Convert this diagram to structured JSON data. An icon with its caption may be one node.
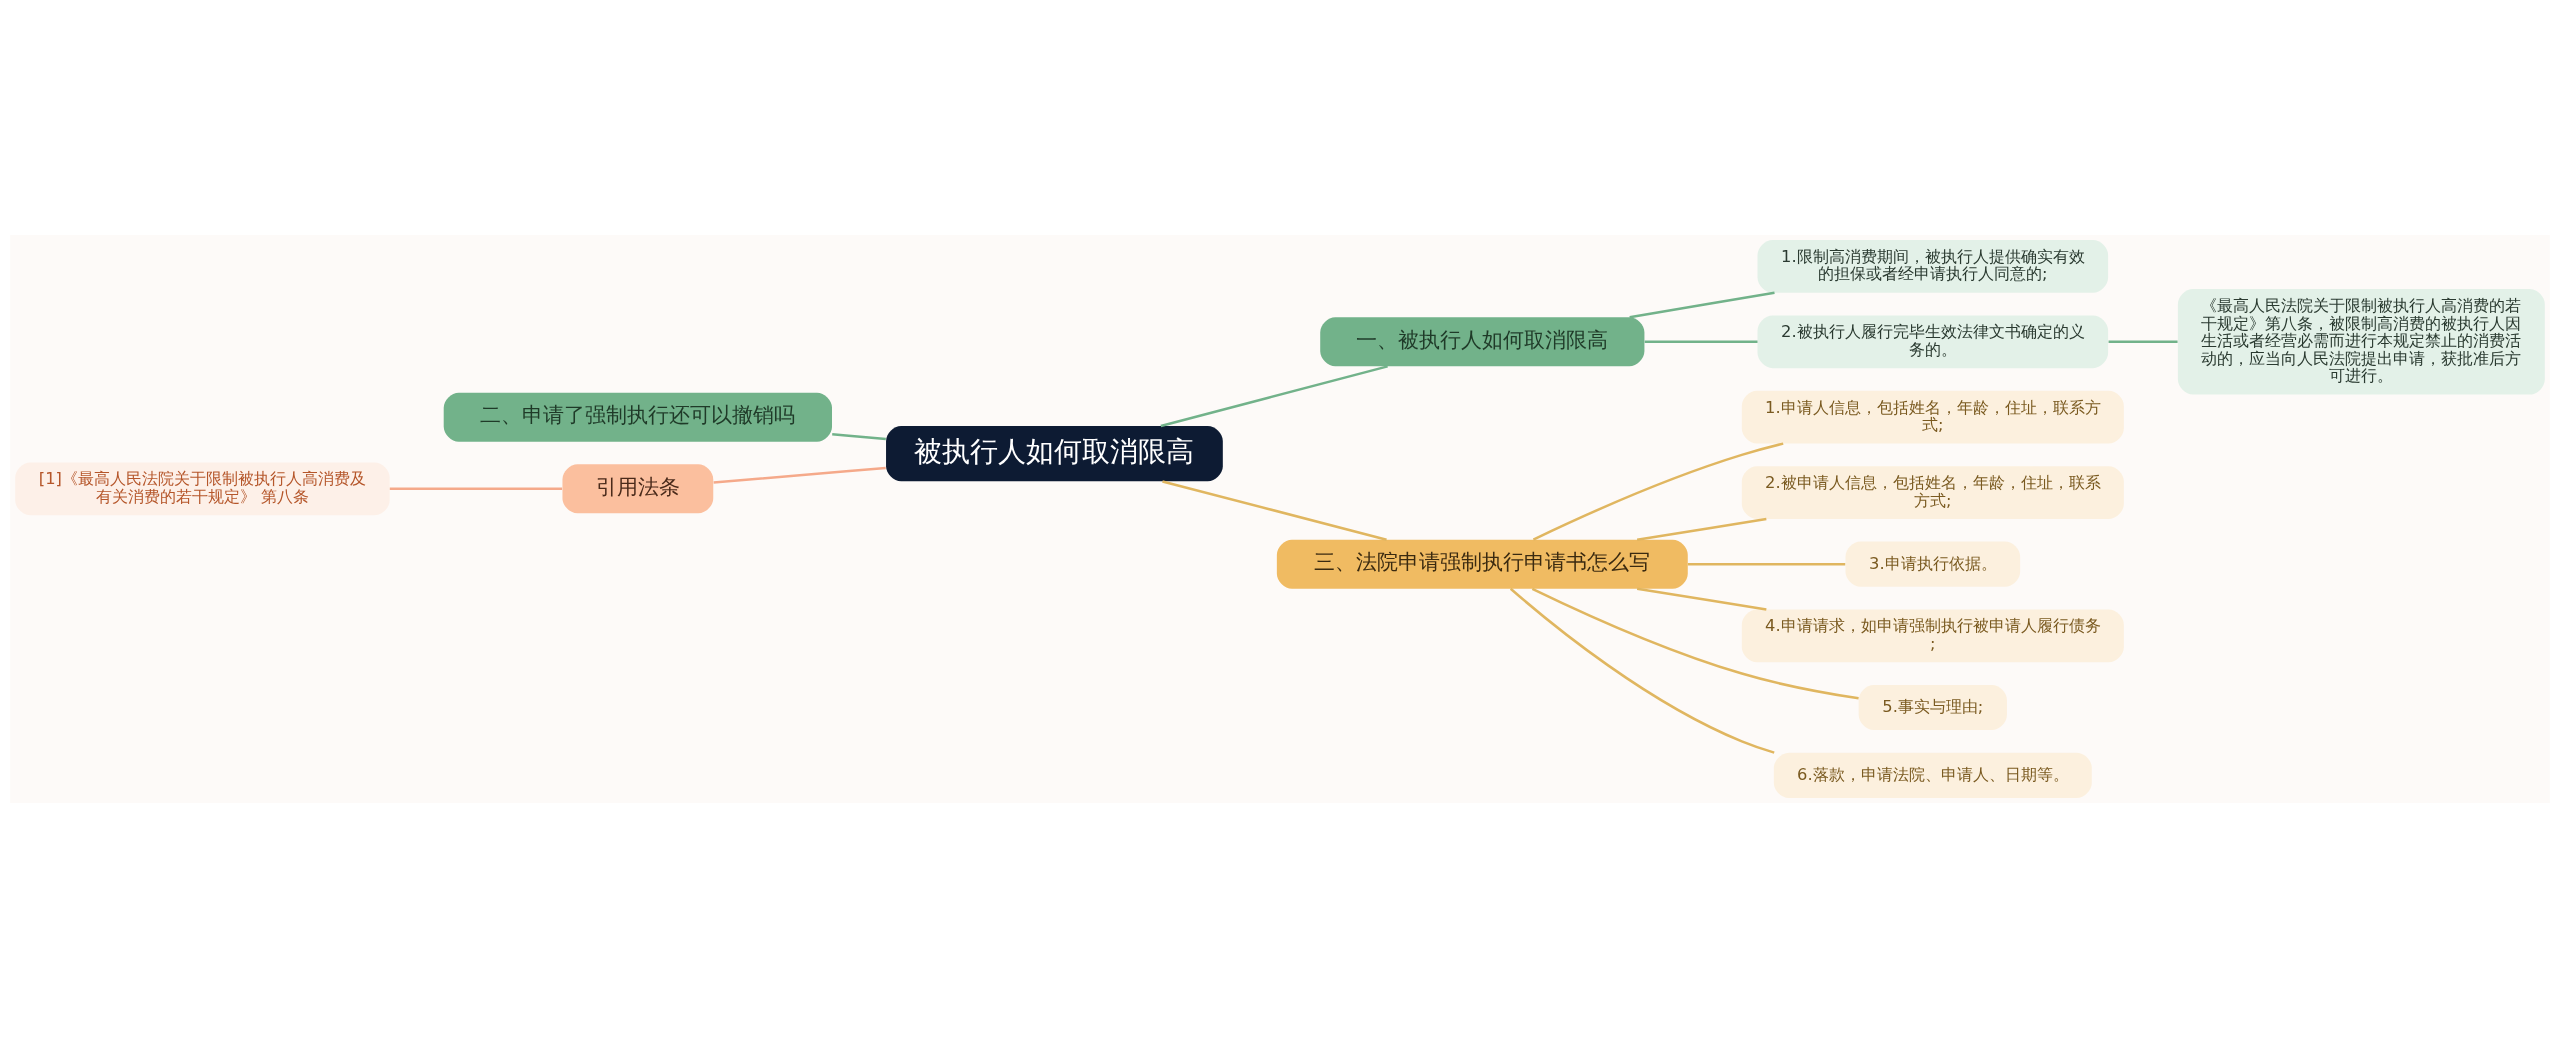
{
  "diagram": {
    "nodes": [
      {
        "text": [
          "被执行人如何取消限高"
        ]
      },
      {
        "text": [
          "一、被执行人如何取消限高"
        ]
      },
      {
        "text": [
          "1.限制高消费期间，被执行人提供确实有效的担保或者经申请执行人同意的;"
        ]
      },
      {
        "text": [
          "2.被执行人履行完毕生效法律文书确定的义务的。"
        ]
      },
      {
        "text": [
          "《最高人民法院关于限制被执行人高消费的若干规定》第八条，被限制高消费的被执行人因生活或者经营必需而进行本规定禁止的消费活动的，应当向人民法院提出申请，获批准后方可进行。"
        ]
      },
      {
        "text": [
          "二、申请了强制执行还可以撤销吗"
        ]
      },
      {
        "text": [
          "引用法条"
        ]
      },
      {
        "text": [
          "[1]《最高人民法院关于限制被执行人高消费及有关消费的若干规定》 第八条"
        ]
      },
      {
        "text": [
          "三、法院申请强制执行申请书怎么写"
        ]
      },
      {
        "text": [
          "1.申请人信息，包括姓名，年龄，住址，联系方式;"
        ]
      },
      {
        "text": [
          "2.被申请人信息，包括姓名，年龄，住址，联系方式;"
        ]
      },
      {
        "text": [
          "3.申请执行依据。"
        ]
      },
      {
        "text": [
          "4.申请请求，如申请强制执行被申请人履行债务;"
        ]
      },
      {
        "text": [
          "5.事实与理由;"
        ]
      },
      {
        "text": [
          "6.落款，申请法院、申请人、日期等。"
        ]
      }
    ],
    "edges": [
      {
        "from": 0,
        "to": 1,
        "arrow": "none",
        "color": "#72b28a"
      },
      {
        "from": 1,
        "to": 2,
        "arrow": "none",
        "color": "#72b28a"
      },
      {
        "from": 1,
        "to": 3,
        "arrow": "none",
        "color": "#72b28a"
      },
      {
        "from": 3,
        "to": 4,
        "arrow": "none",
        "color": "#72b28a"
      },
      {
        "from": 0,
        "to": 5,
        "arrow": "none",
        "color": "#72b28a"
      },
      {
        "from": 0,
        "to": 6,
        "arrow": "none",
        "color": "#f5a98a"
      },
      {
        "from": 6,
        "to": 7,
        "arrow": "none",
        "color": "#f5a98a"
      },
      {
        "from": 0,
        "to": 8,
        "arrow": "none"
      },
      {
        "from": 8,
        "to": 9,
        "arrow": "none"
      },
      {
        "from": 8,
        "to": 10,
        "arrow": "none"
      },
      {
        "from": 8,
        "to": 11,
        "arrow": "none"
      },
      {
        "from": 8,
        "to": 12,
        "arrow": "none"
      },
      {
        "from": 8,
        "to": 13,
        "arrow": "none"
      },
      {
        "from": 8,
        "to": 14,
        "arrow": "none"
      }
    ]
  }
}
